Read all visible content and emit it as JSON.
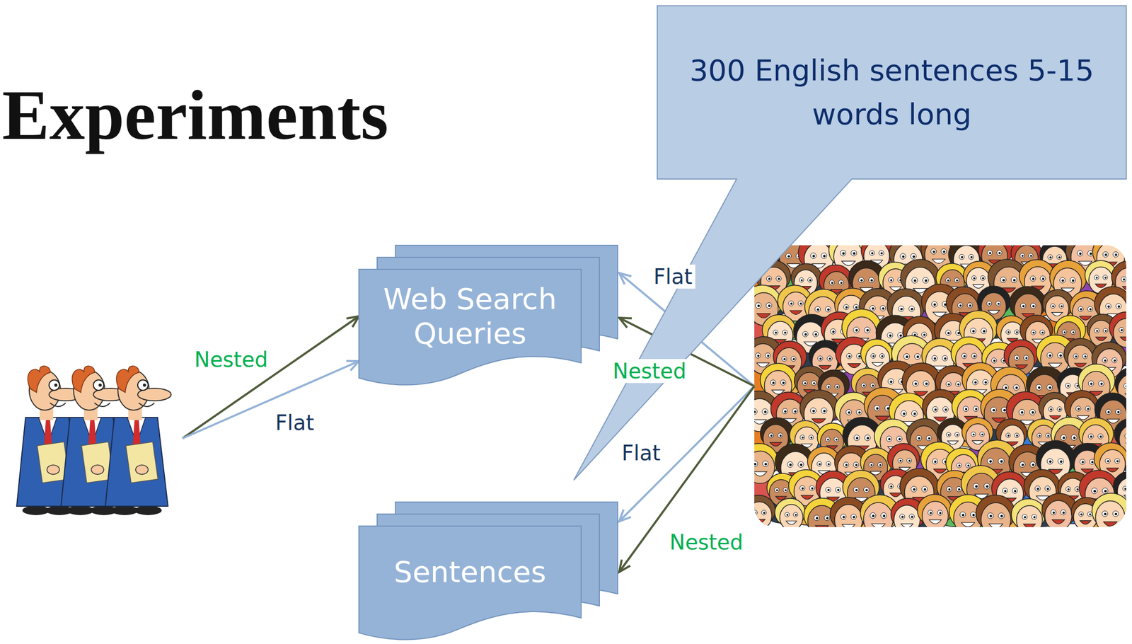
{
  "diagram": {
    "title": "Experiments",
    "nodes": [
      {
        "text": [
          "300 English sentences 5-15 words long"
        ]
      },
      {
        "text": [
          "Web Search Queries"
        ]
      },
      {
        "text": [
          "Sentences"
        ]
      }
    ],
    "labels": [
      "Nested",
      "Flat",
      "Flat",
      "Nested",
      "Flat",
      "Nested"
    ]
  }
}
